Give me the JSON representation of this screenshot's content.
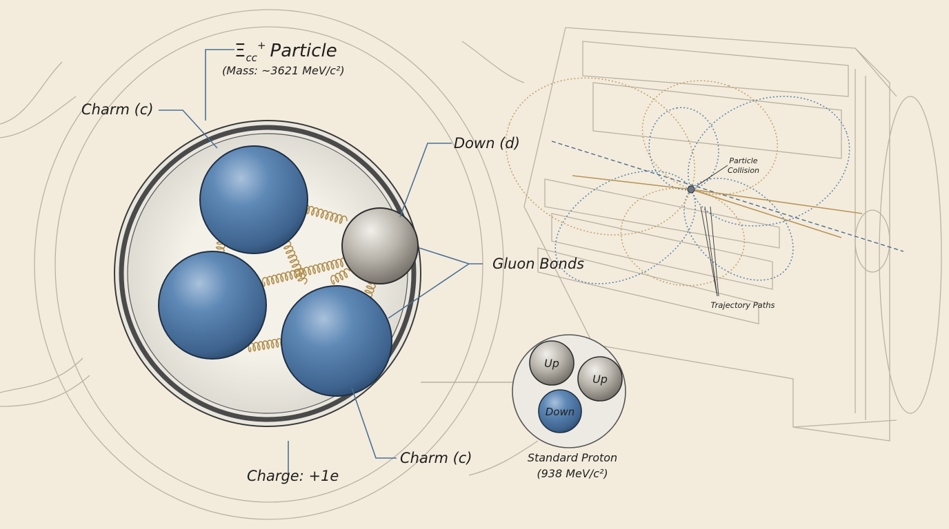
{
  "title": {
    "symbol": "Ξ",
    "subscript": "cc",
    "superscript": "+",
    "name": "Particle",
    "mass": "(Mass: ~3621 MeV/c²)"
  },
  "labels": {
    "charm_top": "Charm (c)",
    "charm_bottom": "Charm (c)",
    "down": "Down (d)",
    "gluon": "Gluon Bonds",
    "charge": "Charge: +1e"
  },
  "proton": {
    "quarks": [
      "Up",
      "Up",
      "Down"
    ],
    "name": "Standard Proton",
    "mass": "(938 MeV/c²)"
  },
  "detector": {
    "collision": [
      "Particle",
      "Collision"
    ],
    "trajectory": "Trajectory Paths"
  },
  "colors": {
    "background": "#f3ecdc",
    "charm": "#4d77a6",
    "down": "#9e9a92",
    "gluon": "#b08d4a",
    "leader": "#4a6f96",
    "trajectory_blue": "#5a82b0",
    "trajectory_gold": "#c3a066"
  }
}
